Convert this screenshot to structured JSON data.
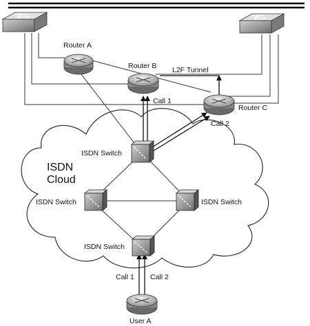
{
  "diagram": {
    "nodes": {
      "router_a": {
        "label": "Router A",
        "type": "router"
      },
      "router_b": {
        "label": "Router B",
        "type": "router"
      },
      "router_c": {
        "label": "Router C",
        "type": "router"
      },
      "user_a": {
        "label": "User A",
        "type": "router"
      },
      "lan_switch_left": {
        "label": "",
        "type": "lan-switch"
      },
      "lan_switch_right": {
        "label": "",
        "type": "lan-switch"
      },
      "isdn_switch_top": {
        "label": "ISDN Switch",
        "type": "isdn-switch"
      },
      "isdn_switch_left": {
        "label": "ISDN Switch",
        "type": "isdn-switch"
      },
      "isdn_switch_right": {
        "label": "ISDN Switch",
        "type": "isdn-switch"
      },
      "isdn_switch_bottom": {
        "label": "ISDN Switch",
        "type": "isdn-switch"
      }
    },
    "cloud": {
      "line1": "ISDN",
      "line2": "Cloud"
    },
    "tunnel_label": "L2F Tunnel",
    "calls": {
      "call1_top": "Call 1",
      "call2_top": "Call 2",
      "call1_bottom": "Call 1",
      "call2_bottom": "Call 2"
    }
  }
}
